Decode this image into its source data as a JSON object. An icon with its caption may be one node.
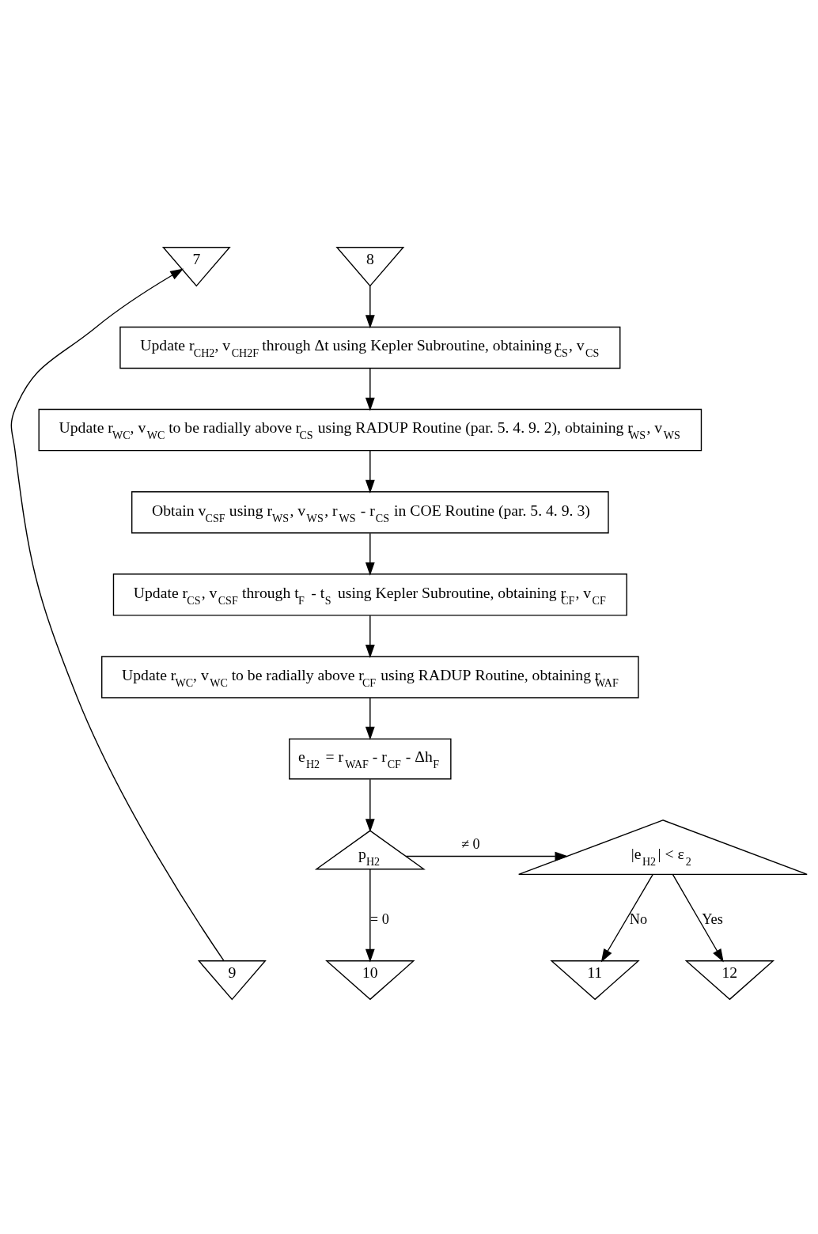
{
  "diagram": {
    "nodes": [
      {
        "text": [
          "7"
        ]
      },
      {
        "text": [
          "8"
        ]
      },
      {
        "text": [
          "Update r$_{CH2}$, v$_{CH2F}$ through Δt using Kepler Subroutine, obtaining r$_{CS}$, v$_{CS}$"
        ]
      },
      {
        "text": [
          "Update r$_{WC}$, v$_{WC}$ to be radially above r$_{CS}$ using RADUP Routine (par. 5. 4. 9. 2), obtaining r$_{WS}$, v$_{WS}$"
        ]
      },
      {
        "text": [
          "Obtain v$_{CSF}$ using r$_{WS}$, v$_{WS}$, r$_{WS}$ - r$_{CS}$ in COE Routine (par. 5. 4. 9. 3)"
        ]
      },
      {
        "text": [
          "Update r$_{CS}$, v$_{CSF}$ through t$_{F}$ - t$_{S}$ using Kepler Subroutine, obtaining r$_{CF}$, v$_{CF}$"
        ]
      },
      {
        "text": [
          "Update r$_{WC}$, v$_{WC}$ to be radially above r$_{CF}$ using RADUP Routine, obtaining r$_{WAF}$"
        ]
      },
      {
        "text": [
          "e$_{H2}$ = r$_{WAF}$ - r$_{CF}$ - Δh$_{F}$"
        ]
      },
      {
        "text": [
          "p$_{H2}$"
        ]
      },
      {
        "text": [
          "|e$_{H2}$| < ε$_{2}$"
        ]
      },
      {
        "text": [
          "9"
        ]
      },
      {
        "text": [
          "10"
        ]
      },
      {
        "text": [
          "11"
        ]
      },
      {
        "text": [
          "12"
        ]
      }
    ],
    "edges": [
      {
        "from": 10,
        "to": 0,
        "arrow": "to"
      },
      {
        "from": 1,
        "to": 2,
        "arrow": "to"
      },
      {
        "from": 2,
        "to": 3,
        "arrow": "to"
      },
      {
        "from": 3,
        "to": 4,
        "arrow": "to"
      },
      {
        "from": 4,
        "to": 5,
        "arrow": "to"
      },
      {
        "from": 5,
        "to": 6,
        "arrow": "to"
      },
      {
        "from": 6,
        "to": 7,
        "arrow": "to"
      },
      {
        "from": 7,
        "to": 8,
        "arrow": "to"
      },
      {
        "from": 8,
        "to": 9,
        "arrow": "to",
        "label": "≠ 0"
      },
      {
        "from": 8,
        "to": 11,
        "arrow": "to",
        "label": "= 0"
      },
      {
        "from": 9,
        "to": 13,
        "arrow": "to",
        "label": "Yes"
      },
      {
        "from": 9,
        "to": 12,
        "arrow": "to",
        "label": "No"
      }
    ]
  }
}
